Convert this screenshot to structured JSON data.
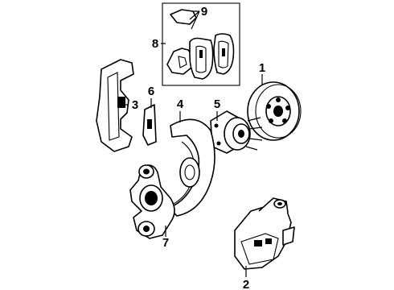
{
  "diagram": {
    "callouts": {
      "c1": "1",
      "c2": "2",
      "c3": "3",
      "c4": "4",
      "c5": "5",
      "c6": "6",
      "c7": "7",
      "c8": "8",
      "c9": "9"
    },
    "parts": [
      "rotor-1",
      "caliper-2",
      "caliper-bracket-3",
      "splash-shield-4",
      "hub-bearing-5",
      "bracket-6",
      "steering-knuckle-7",
      "brake-pads-8",
      "pad-clips-9"
    ]
  }
}
